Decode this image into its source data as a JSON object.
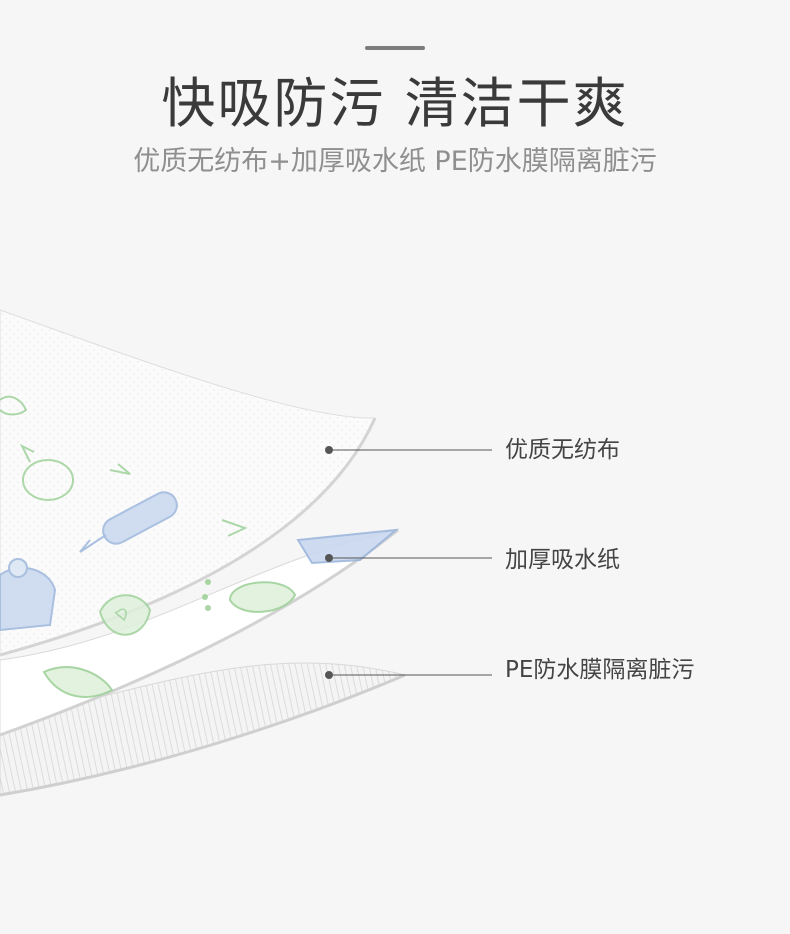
{
  "header": {
    "headline": "快吸防污 清洁干爽",
    "subline": "优质无纺布+加厚吸水纸  PE防水膜隔离脏污"
  },
  "layers": [
    {
      "label": "优质无纺布"
    },
    {
      "label": "加厚吸水纸"
    },
    {
      "label": "PE防水膜隔离脏污"
    }
  ],
  "colors": {
    "background": "#f6f6f6",
    "headline": "#3a3a3a",
    "subline": "#8f8f8f",
    "callout": "#555555",
    "pattern_green": "#9fd19a",
    "pattern_blue": "#9db6dc"
  }
}
